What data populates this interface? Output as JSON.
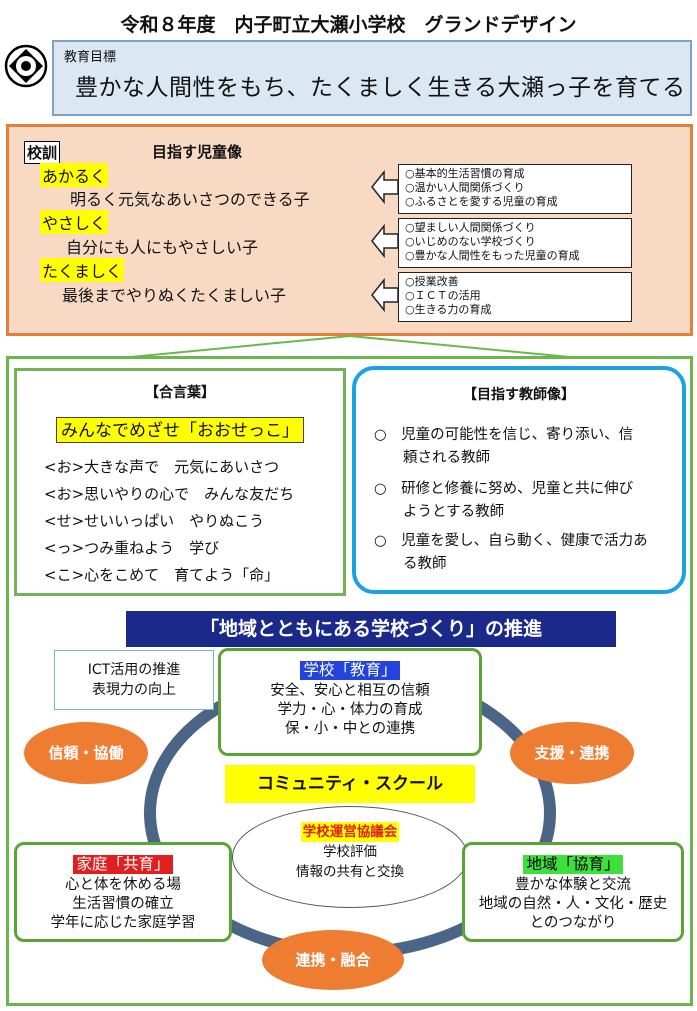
{
  "title": "令和８年度　内子町立大瀬小学校　グランドデザイン",
  "goal": {
    "label": "教育目標",
    "text": "豊かな人間性をもち、たくましく生きる大瀬っ子を育てる"
  },
  "motto": {
    "school_motto_label": "校訓",
    "ideal_child_label": "目指す児童像",
    "items": [
      {
        "word": "あかるく",
        "desc": "明るく元気なあいさつのできる子",
        "actions": [
          "○基本的生活習慣の育成",
          "○温かい人間関係づくり",
          "○ふるさとを愛する児童の育成"
        ]
      },
      {
        "word": "やさしく",
        "desc": "自分にも人にもやさしい子",
        "actions": [
          "○望ましい人間関係づくり",
          "○いじめのない学校づくり",
          "○豊かな人間性をもった児童の育成"
        ]
      },
      {
        "word": "たくましく",
        "desc": "最後までやりぬくたくましい子",
        "actions": [
          "○授業改善",
          "○ＩＣＴの活用",
          "○生きる力の育成"
        ]
      }
    ]
  },
  "kotoba": {
    "header": "【合言葉】",
    "slogan": "みんなでめざせ「おおせっこ」",
    "lines": [
      "<お>大きな声で　元気にあいさつ",
      "<お>思いやりの心で　みんな友だち",
      "<せ>せいいっぱい　やりぬこう",
      "<っ>つみ重ねよう　学び",
      "<こ>心をこめて　育てよう「命」"
    ]
  },
  "teacher": {
    "header": "【目指す教師像】",
    "items": [
      [
        "○　児童の可能性を信じ、寄り添い、信",
        "　　頼される教師"
      ],
      [
        "○　研修と修養に努め、児童と共に伸び",
        "　　ようとする教師"
      ],
      [
        "○　児童を愛し、自ら動く、健康で活力あ",
        "　　る教師"
      ]
    ]
  },
  "banner": "「地域とともにある学校づくり」の推進",
  "ict": [
    "ICT活用の推進",
    "表現力の向上"
  ],
  "school": {
    "title": "学校「教育」",
    "lines": [
      "安全、安心と相互の信頼",
      "学力・心・体力の育成",
      "保・小・中との連携"
    ]
  },
  "home": {
    "title": "家庭「共育」",
    "lines": [
      "心と体を休める場",
      "生活習慣の確立",
      "学年に応じた家庭学習"
    ]
  },
  "region": {
    "title": "地域「協育」",
    "lines": [
      "豊かな体験と交流",
      "地域の自然・人・文化・歴史",
      "とのつながり"
    ]
  },
  "ellipses": {
    "trust": "信頼・協働",
    "support": "支援・連携",
    "fusion": "連携・融合"
  },
  "community_school": "コミュニティ・スクール",
  "council": {
    "title": "学校運営協議会",
    "lines": [
      "学校評価",
      "情報の共有と交換"
    ]
  },
  "colors": {
    "orange": "#ee7d31",
    "green": "#5aa532",
    "navy": "#1b2a8a",
    "sky": "#1aa3e0",
    "cycle": "#4a6585",
    "yellow": "#ffff00",
    "red": "#e02020",
    "blue_label": "#2244dd",
    "green_label": "#3ee03e"
  }
}
